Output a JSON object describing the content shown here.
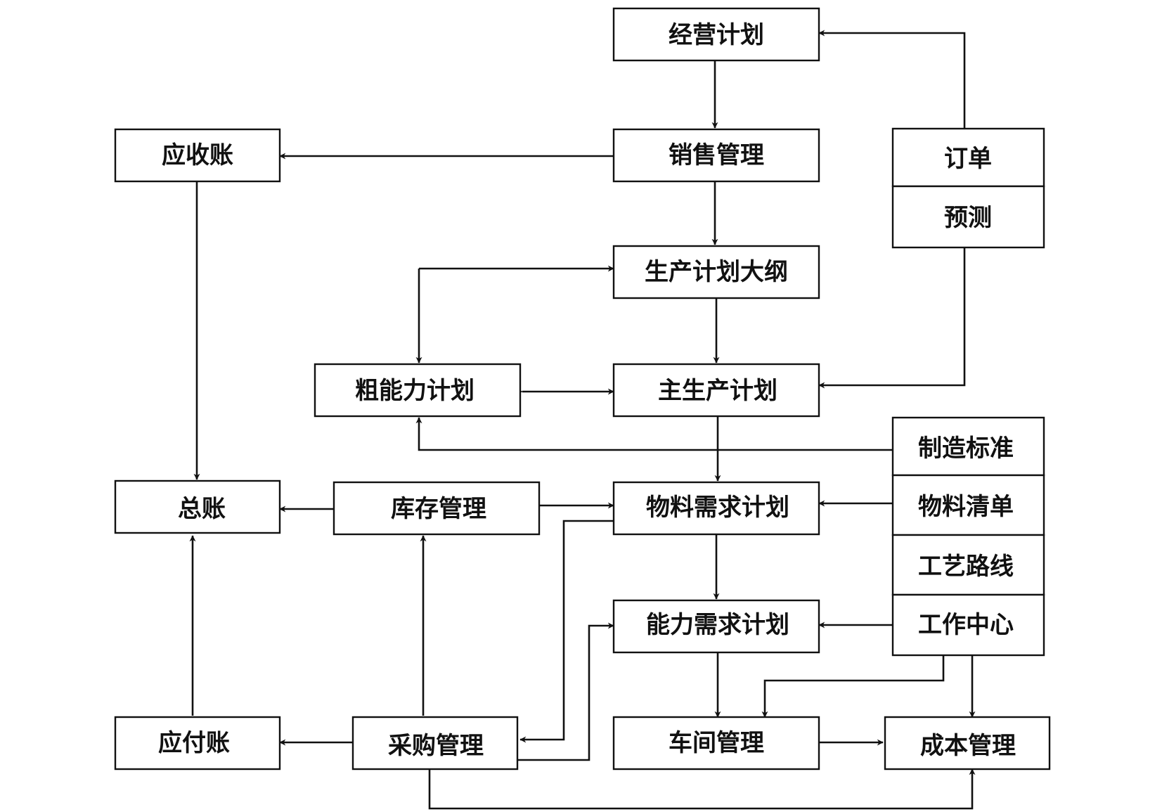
{
  "nodes": {
    "business_plan": "经营计划",
    "sales_management": "销售管理",
    "accounts_receivable": "应收账",
    "orders": "订单",
    "forecast": "预测",
    "production_plan_outline": "生产计划大纲",
    "rough_capacity_plan": "粗能力计划",
    "master_production_schedule": "主生产计划",
    "manufacturing_standards": "制造标准",
    "bill_of_materials": "物料清单",
    "process_routing": "工艺路线",
    "work_center": "工作中心",
    "general_ledger": "总账",
    "inventory_management": "库存管理",
    "material_requirements_plan": "物料需求计划",
    "capacity_requirements_plan": "能力需求计划",
    "accounts_payable": "应付账",
    "purchasing_management": "采购管理",
    "workshop_management": "车间管理",
    "cost_management": "成本管理"
  }
}
